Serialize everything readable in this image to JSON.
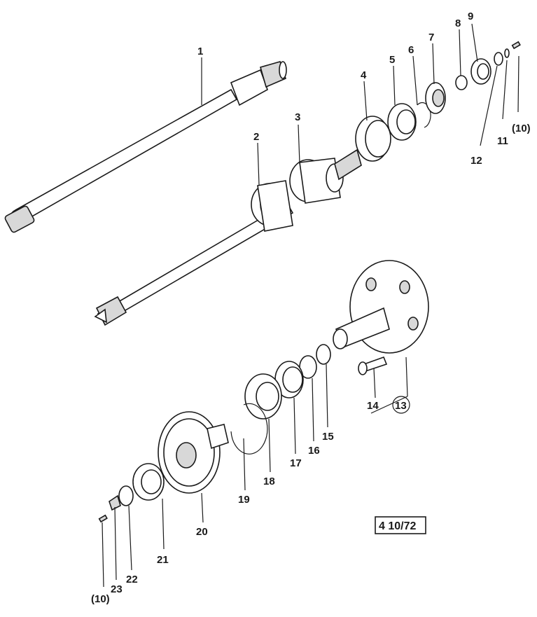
{
  "labels": {
    "l1": "1",
    "l2": "2",
    "l3": "3",
    "l4": "4",
    "l5": "5",
    "l6": "6",
    "l7": "7",
    "l8": "8",
    "l9": "9",
    "l10a": "(10)",
    "l11": "11",
    "l12": "12",
    "l13": "13",
    "l14": "14",
    "l15": "15",
    "l16": "16",
    "l17": "17",
    "l18": "18",
    "l19": "19",
    "l20": "20",
    "l21": "21",
    "l22": "22",
    "l23": "23",
    "l10b": "(10)"
  },
  "figure_code": "4 10/72"
}
